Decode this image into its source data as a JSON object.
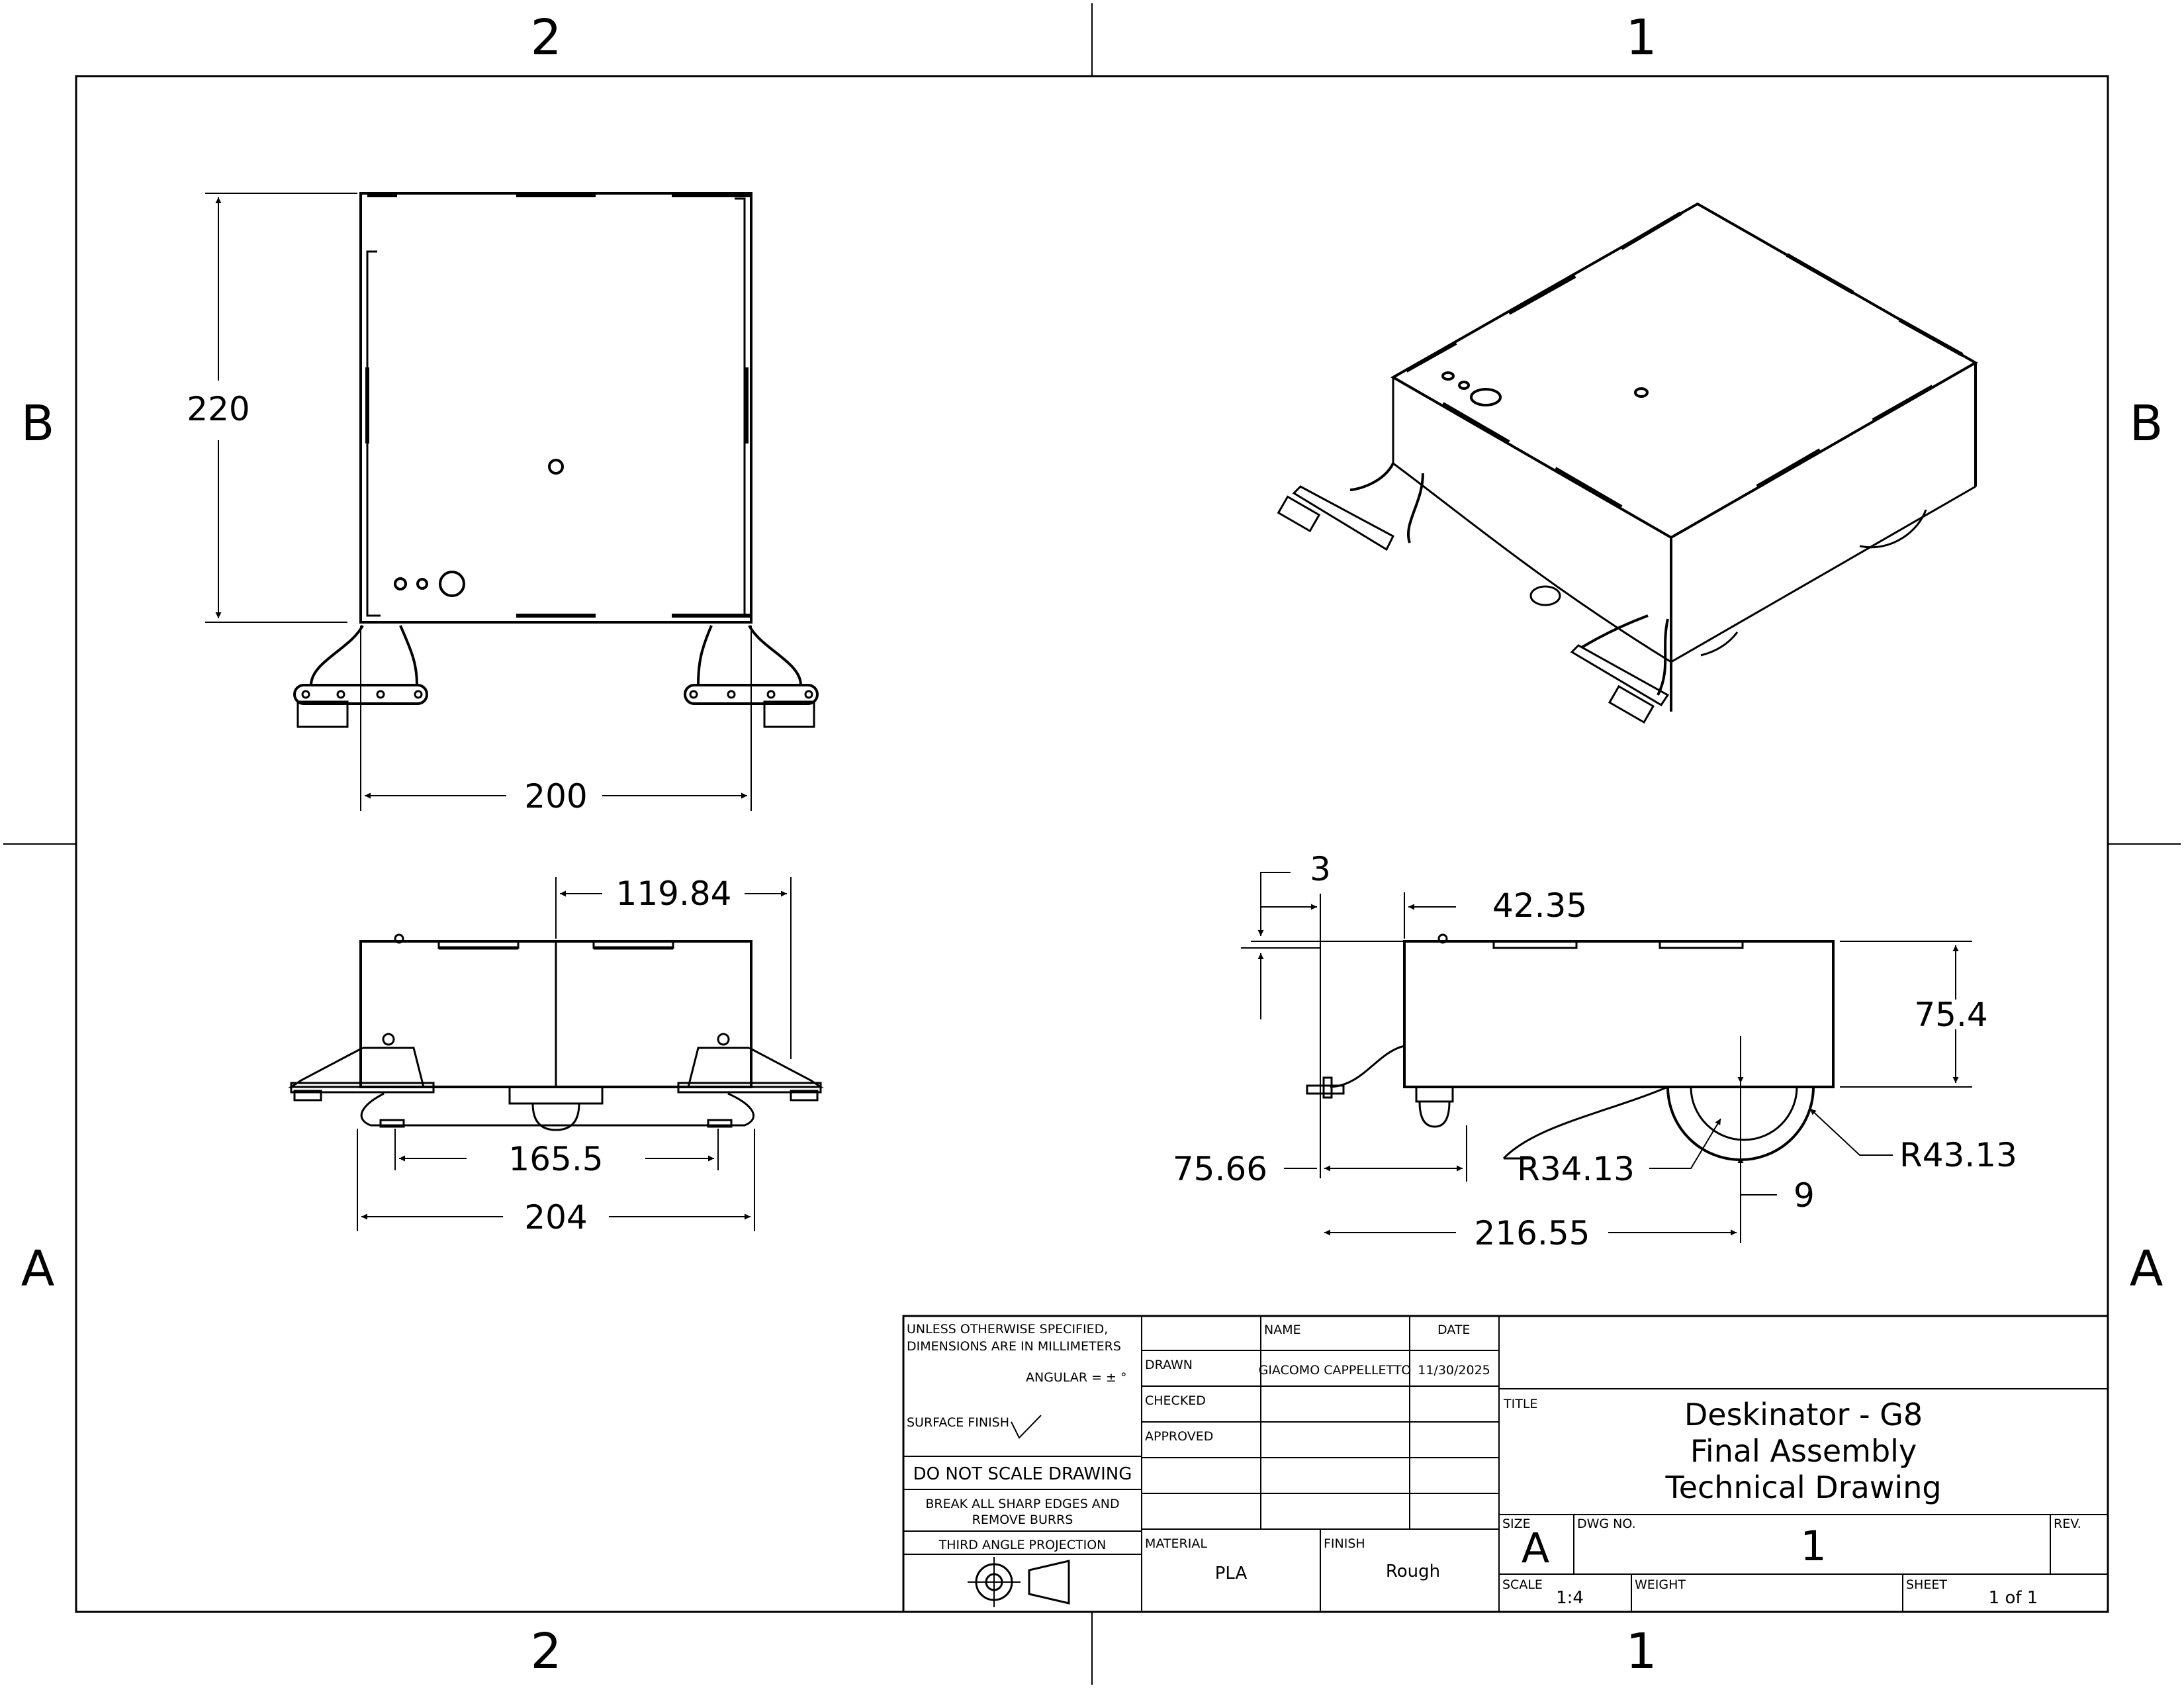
{
  "zones": {
    "top_left": "2",
    "top_right": "1",
    "bottom_left": "2",
    "bottom_right": "1",
    "left_upper": "B",
    "left_lower": "A",
    "right_upper": "B",
    "right_lower": "A"
  },
  "dimensions": {
    "top_height": "220",
    "top_width": "200",
    "front_offset": "119.84",
    "front_inner": "165.5",
    "front_outer": "204",
    "side_thickness": "3",
    "side_offset": "42.35",
    "side_height": "75.4",
    "side_left": "75.66",
    "side_r1": "R34.13",
    "side_r2": "R43.13",
    "side_wheel": "9",
    "side_length": "216.55"
  },
  "title_block": {
    "tolerance_note_1": "UNLESS OTHERWISE SPECIFIED,",
    "tolerance_note_2": "DIMENSIONS ARE IN MILLIMETERS",
    "angular": "ANGULAR = ± °",
    "surface_finish": "SURFACE FINISH",
    "do_not_scale": "DO NOT SCALE DRAWING",
    "break_edges_1": "BREAK ALL SHARP EDGES AND",
    "break_edges_2": "REMOVE BURRS",
    "projection": "THIRD ANGLE PROJECTION",
    "name_header": "NAME",
    "date_header": "DATE",
    "drawn_label": "DRAWN",
    "drawn_name": "GIACOMO CAPPELLETTO",
    "drawn_date": "11/30/2025",
    "checked_label": "CHECKED",
    "approved_label": "APPROVED",
    "material_label": "MATERIAL",
    "material_value": "PLA",
    "finish_label": "FINISH",
    "finish_value": "Rough",
    "title_label": "TITLE",
    "title_line_1": "Deskinator - G8",
    "title_line_2": "Final Assembly",
    "title_line_3": "Technical Drawing",
    "size_label": "SIZE",
    "size_value": "A",
    "dwg_label": "DWG NO.",
    "dwg_value": "1",
    "rev_label": "REV.",
    "scale_label": "SCALE",
    "scale_value": "1:4",
    "weight_label": "WEIGHT",
    "sheet_label": "SHEET",
    "sheet_value": "1 of 1"
  }
}
